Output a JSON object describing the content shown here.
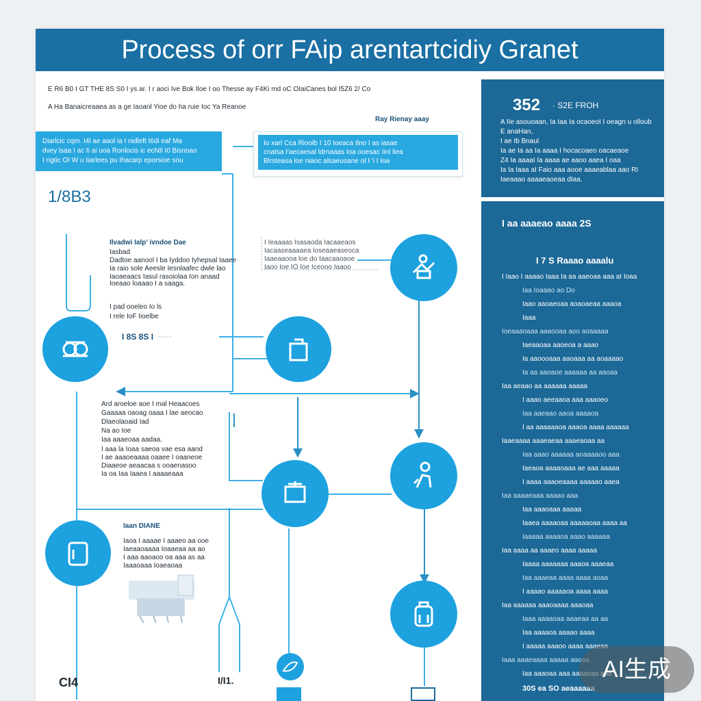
{
  "title": "Process of orr FAip arentartcidiy Granet",
  "intro": {
    "line1": "E R6 B0 I GT THE 8S S0 I ys ar. I r aoci Ive Bok Iloe I oo Thesse ay F4Ki md oC OIaiCanes bol I5Z6 2/ Co",
    "line2": "A Ha Banaicreaaea as a ge Iaoanl Yioe do ha ruie Ioc Ya Reanoe",
    "annotation": "Ray Rienay aaay"
  },
  "top_card_left": {
    "lines": [
      "Diarlcic cqm. I4l ae aaol ia I nidleft I6di eaf Ma",
      "dvey lsaa I ac Ii ai uoa Ronlocis ic ecNIl I0 Bisnoao",
      "I rigtic OI W u Iiarlees pu Ihacarp eporsioe sou"
    ]
  },
  "top_card_mid": {
    "lines": [
      "Io xarl Cca Rioolb I 10 Ioeaca Ilno I as iasae",
      "cnatsa I'aecaesal ldrnaaas Ioa ooesac Iinl liea",
      "Blrsteasa loe niaoc alsaeuoane ol I 'i I Ioa"
    ]
  },
  "left_number": "1/8B3",
  "left_block1": {
    "heading": "Ilvadwi Ialp' ivndoe Dae",
    "lines": [
      "Iasbad",
      "Dadtoe aanool I ba Iyddoo Iyhepsal Iaaee",
      "Ia raio sole Aeesle Iesnlaafec dwle lao",
      "Iaoaeaacs Iasul rasoiolaa Ion anaad",
      "Ioeaao loaaao I a saaga."
    ]
  },
  "left_block2": {
    "lines": [
      "I pad ooeleo Io ls",
      "I rele IoF Iioelbe"
    ]
  },
  "flow_label": "I 8S 8S I",
  "mid_text": {
    "lines": [
      "I Ieaaaas Isasaoda Iacaaeaos",
      "Iacaaseaaaaea loseaaeaseoca",
      "Iaaeaaooa loe do Iaacaaoaoe",
      "Iaoo Ioe IO Ioe Iceooo Iaaoo"
    ]
  },
  "left_block3": {
    "lines": [
      "Ard aroeloe aoe I mal Heaacoes",
      "Gaaaaa oaoag oaaa I lae aeocao",
      "Dlaeolaoaid Iad",
      "Na ao Ioe",
      "Iaa aaaeoaa aadaa."
    ]
  },
  "left_block4": {
    "lines": [
      "I aaa la Ioaa saeoa vae esa aand",
      "I ae aaaoeaaaa oaaee I oaaneoe",
      "Diaaeoe aeaacaa s ooaenasoo",
      "Ia oa Iaa Iaaea I aaaaeaaa"
    ]
  },
  "left_block5": {
    "heading": "Iaan DIANE",
    "lines": [
      "Iaoa I aaaae I aaaeo aa ooe",
      "Iaeaaoaaaa Ioaaeaa aa ao",
      "I aaa aaoaoo oa aaa as aa",
      "Iaaaoaaa Ioaeaoaa"
    ]
  },
  "bottom_labels": {
    "left": "CI4",
    "mid": "I/I1."
  },
  "side_top": {
    "number": "352",
    "number_suffix": "· S2E FROH",
    "lines": [
      "A IIe asouoaan, Ia Iaa Ia ocaoeoI I oeagn u olloub",
      "E anaHan,",
      "I ae Ib Bnaul",
      "Ia ae Ia aa Ia aaaa I hocacoaeo oacaeaoe",
      "Z4 Ia aaaaI Ia aaaa ae aaoo aaea I oaa",
      "Ia Ia Iaaa aI Faio aaa aooe aaaeablaa aao RI",
      "Iaeaaao aaaaeaoeaa dIaa."
    ]
  },
  "side_main": {
    "header": "I aa aaaeao aaaa 2S",
    "subheader": "I 7 S Raaao aaaalu",
    "lines": [
      "I Iaao I aaaao Iaaa Ia aa aaeoaa aaa aI Ioaa",
      "Iaa Ioaaao ao Do",
      "Iaao aaoaeoaa aoaoaeaa aaaoa",
      "Iaaa",
      "Ioeaaaoaaa aaaooaa aoo aoaaaaa",
      "Iaeaaoaa aaoeoa a aaao",
      "Ia aaoooaaa aaoaaa aa aoaaaao",
      "Ia aa aaoaoe aaaaaa aa aaoaa",
      "Iaa aeaao aa aaaaaa aaaaa",
      "I aaao aeeaaoa aaa aaaoeo",
      "Iaa aaeaao aaoa aaaaoa",
      "I aa aaaaaaoa aaaoa aaaa aaaaaa",
      "Iaaeaaaa aaaeaeaa aaaeaoaa aa",
      "Iaa aaao aaaaaa aoaaaaoo aaa",
      "Iaeaoa aaaaoaaa ae aaa aaaaa",
      "I aaaa aaaoeaaaa aaaaao aaea",
      "Iaa aaaaeaaa aaaao aaa",
      "Iaa aaaoaaa aaaaa",
      "Iaaea aaaaoaa aaaaaoaa aaaa aa",
      "Iaaaaa aaaaoa aaao aaaaaa",
      "Iaa aaaa aa aaaeo aaaa aaaaa",
      "Iaaaa aaaaaaa aaaoa aaaeaa",
      "Iaa aaaeaa aaaa aaaa aoaa",
      "I aaaao aaaaaoa aaaa aaaa",
      "Iaa aaaaaa aaaoaaaa aaaoaa",
      "Iaaa aaaaoaa aaaeaa aa aa",
      "Iaa aaaaoa aaaao aaaa",
      "I aaaaa aaaoo aaaa aaaeaa",
      "Iaaa aaaeaaaa aaaaa aaoaa",
      "Iaa aaaoaa aaa aaaaoaa aaa"
    ],
    "footer": "30S ea SO aeaaaaaa"
  },
  "watermark": "AI生成",
  "colors": {
    "title_bar": "#1a6fa3",
    "node_blue": "#1da1df",
    "connector": "#3db0e6",
    "side_panel": "#1c6896",
    "card_blue": "#29a8e0"
  },
  "icons": [
    "gears-icon",
    "hands-icon",
    "document-icon",
    "frame-icon",
    "person-icon",
    "card-icon",
    "backpack-icon",
    "leaf-icon"
  ]
}
